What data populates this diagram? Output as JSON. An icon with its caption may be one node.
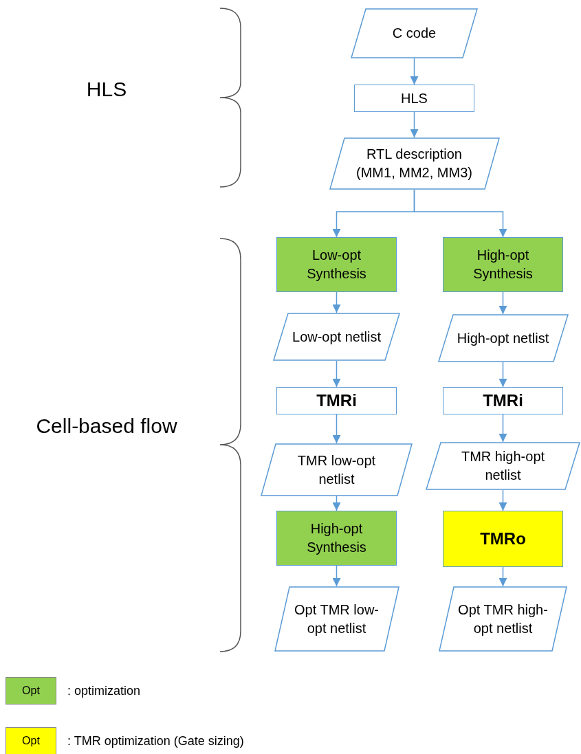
{
  "diagram": {
    "nodes": [
      {
        "text": [
          "C code"
        ]
      },
      {
        "text": [
          "HLS"
        ]
      },
      {
        "text": [
          "RTL description (MM1, MM2, MM3)"
        ]
      },
      {
        "text": [
          "Low-opt Synthesis"
        ]
      },
      {
        "text": [
          "High-opt Synthesis"
        ]
      },
      {
        "text": [
          "Low-opt netlist"
        ]
      },
      {
        "text": [
          "High-opt netlist"
        ]
      },
      {
        "text": [
          "TMRi"
        ]
      },
      {
        "text": [
          "TMRi"
        ]
      },
      {
        "text": [
          "TMR low-opt netlist"
        ]
      },
      {
        "text": [
          "TMR high-opt netlist"
        ]
      },
      {
        "text": [
          "High-opt Synthesis"
        ]
      },
      {
        "text": [
          "TMRo"
        ]
      },
      {
        "text": [
          "Opt TMR low-opt netlist"
        ]
      },
      {
        "text": [
          "Opt TMR high-opt netlist"
        ]
      }
    ],
    "edges": [
      {
        "from": 0,
        "to": 1,
        "arrow": "to"
      },
      {
        "from": 1,
        "to": 2,
        "arrow": "to"
      },
      {
        "from": 2,
        "to": 3,
        "arrow": "to"
      },
      {
        "from": 2,
        "to": 4,
        "arrow": "to"
      },
      {
        "from": 3,
        "to": 5,
        "arrow": "to"
      },
      {
        "from": 5,
        "to": 7,
        "arrow": "to"
      },
      {
        "from": 7,
        "to": 9,
        "arrow": "to"
      },
      {
        "from": 9,
        "to": 11,
        "arrow": "to"
      },
      {
        "from": 11,
        "to": 13,
        "arrow": "to"
      },
      {
        "from": 4,
        "to": 6,
        "arrow": "to"
      },
      {
        "from": 6,
        "to": 8,
        "arrow": "to"
      },
      {
        "from": 8,
        "to": 10,
        "arrow": "to"
      },
      {
        "from": 10,
        "to": 12,
        "arrow": "to"
      },
      {
        "from": 12,
        "to": 14,
        "arrow": "to"
      }
    ],
    "labels": [
      "HLS",
      "Cell-based flow",
      "Opt",
      "Opt"
    ],
    "legend": [
      {
        "text": ": optimization",
        "color": "#92d050"
      },
      {
        "text": ": TMR optimization (Gate sizing)",
        "color": "#ffff00"
      }
    ]
  }
}
